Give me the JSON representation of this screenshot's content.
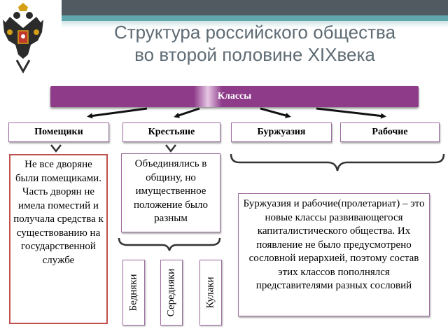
{
  "title_line1": "Структура российского общества",
  "title_line2": "во второй половине XIXвека",
  "classes_label": "Классы",
  "categories": {
    "landowners": "Помещики",
    "peasants": "Крестьяне",
    "bourgeoisie": "Буржуазия",
    "workers": "Рабочие"
  },
  "descriptions": {
    "landowners": "Не все дворяне были помещиками. Часть дворян не имела поместий и получала средства к существованию на государственной службе",
    "peasants": "Объединялись в общину, но имущественное положение было разным",
    "new_classes": "Буржуазия и рабочие(пролетариат) – это новые классы развивающегося капиталистического общества. Их появление не было предусмотрено сословной иерархией, поэтому состав этих классов пополнялся представителями разных сословий"
  },
  "peasant_groups": [
    "Бедняки",
    "Середняки",
    "Кулаки"
  ],
  "colors": {
    "title": "#5e6b74",
    "classes_bar": "#8e3c8a",
    "border_red": "#c0504d",
    "border_purple": "#9d6ea0",
    "header_dark": "#505a60",
    "header_teal": "#5fa7ad"
  },
  "icons": {
    "emblem": "double-headed-eagle-emblem"
  }
}
